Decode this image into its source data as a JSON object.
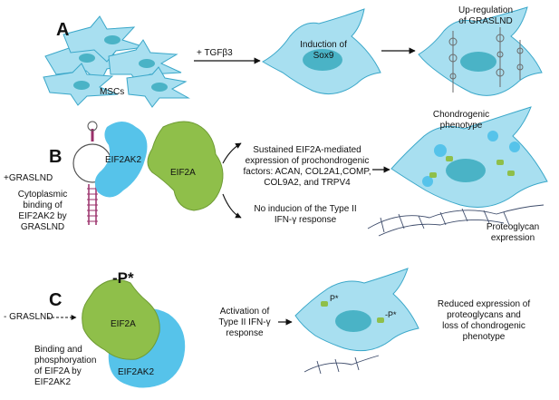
{
  "panels": {
    "a": {
      "letter": "A",
      "cells_label": "MSCs",
      "treatment": "+ TGFβ3",
      "step1": "Induction of",
      "step1_gene": "Sox9",
      "step2_line1": "Up-regulation",
      "step2_line2": "of GRASLND"
    },
    "b": {
      "letter": "B",
      "treatment": "+GRASLND",
      "kinase": "EIF2AK2",
      "binding_caption": [
        "Cytoplasmic",
        "binding of",
        "EIF2AK2 by",
        "GRASLND"
      ],
      "factor": "EIF2A",
      "effect_lines": [
        "Sustained EIF2A-mediated",
        "expression of prochondrogenic",
        "factors: ACAN, COL2A1,COMP,",
        "COL9A2, and TRPV4"
      ],
      "no_induction_lines": [
        "No inducion of the Type II",
        "IFN-γ response"
      ],
      "phenotype_line1": "Chondrogenic",
      "phenotype_line2": "phenotype",
      "pg_line1": "Proteoglycan",
      "pg_line2": "expression"
    },
    "c": {
      "letter": "C",
      "treatment": "- GRASLND",
      "phospho": "-P*",
      "factor": "EIF2A",
      "kinase": "EIF2AK2",
      "caption_lines": [
        "Binding and",
        "phosphoryation",
        "of EIF2A by",
        "EIF2AK2"
      ],
      "activation_lines": [
        "Activation of",
        "Type II IFN-γ",
        "response"
      ],
      "p_marks": [
        "P*",
        "-P*"
      ],
      "outcome_lines": [
        "Reduced expression of",
        "proteoglycans and",
        "loss of chondrogenic",
        "phenotype"
      ]
    }
  },
  "colors": {
    "cell_fill": "#a8dff0",
    "cell_stroke": "#3aa7c9",
    "nucleus": "#4ab3c6",
    "kinase": "#56c3ea",
    "factor": "#8fbf4a",
    "factor_dark": "#6e9b34",
    "rna_loop": "#9a2f6a",
    "fiber": "#3d4b6a"
  }
}
